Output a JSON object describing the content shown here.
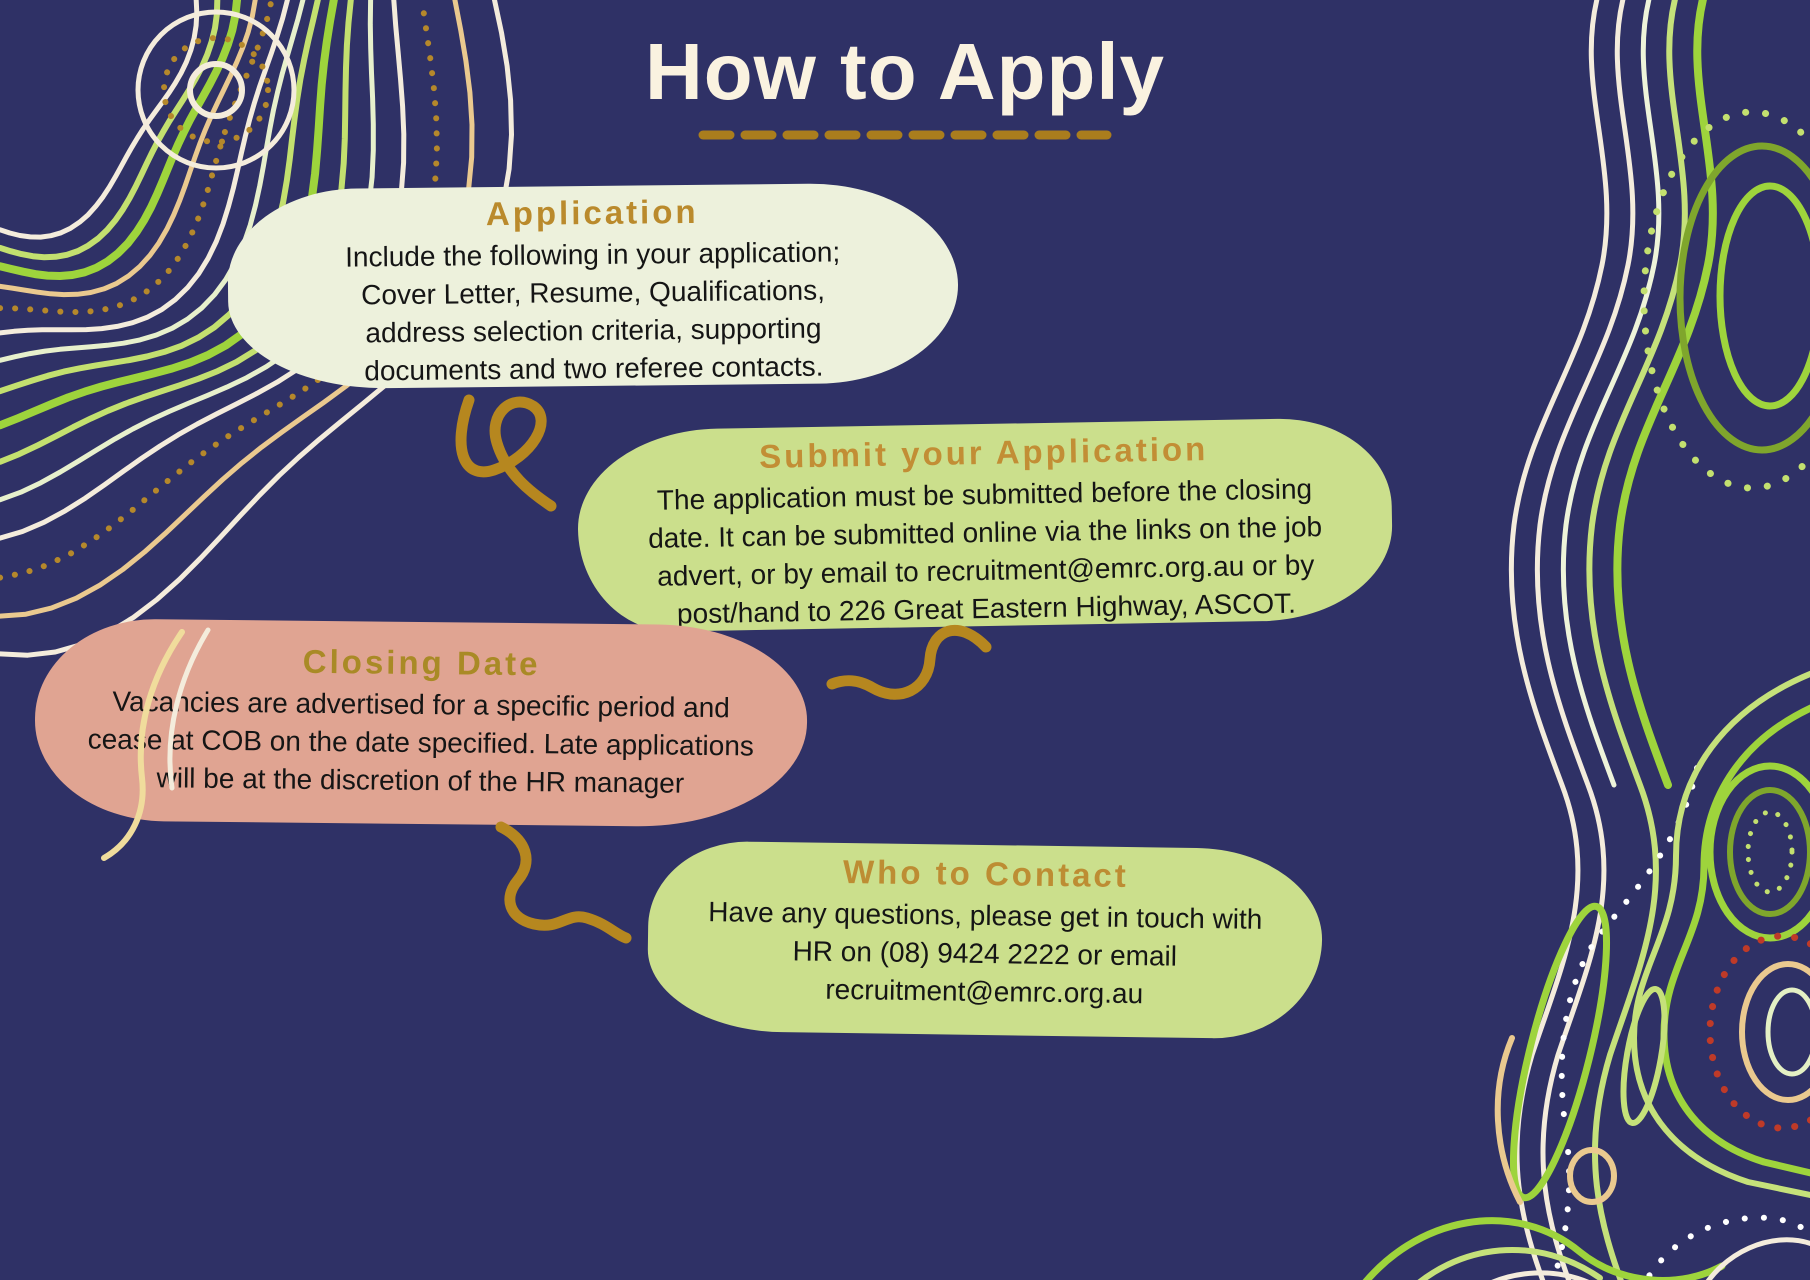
{
  "poster": {
    "title": "How to Apply",
    "cards": [
      {
        "heading": "Application",
        "body": "Include the following in your application;\nCover Letter, Resume, Qualifications,\naddress selection criteria, supporting\ndocuments and two referee contacts."
      },
      {
        "heading": "Submit your Application",
        "body": "The application must be submitted before the closing\ndate. It can be submitted online via the links on the job\nadvert, or by email to recruitment@emrc.org.au or by\npost/hand to 226 Great Eastern Highway, ASCOT."
      },
      {
        "heading": "Closing Date",
        "body": "Vacancies are advertised for a specific period and\ncease at COB on the date specified. Late applications\nwill be at the discretion of the HR manager"
      },
      {
        "heading": "Who to Contact",
        "body": "Have any questions, please get in touch with\nHR on (08) 9424 2222 or email\nrecruitment@emrc.org.au"
      }
    ],
    "contact": {
      "phone": "(08) 9424 2222",
      "email": "recruitment@emrc.org.au",
      "submit_address": "226 Great Eastern Highway, ASCOT"
    },
    "colors": {
      "background": "#2f3166",
      "title": "#faf2e0",
      "gold_accent": "#b6871f",
      "underline_gold": "#aa7d1d",
      "card_application_bg": "#edf1dc",
      "card_green_bg": "#cbdf8c",
      "card_closing_bg": "#e0a492",
      "heading_application": "#ba8a2c",
      "heading_submit": "#c28e35",
      "heading_closing": "#a98a26",
      "heading_contact": "#bd8d33",
      "body_text": "#151515",
      "art_white": "#f4ecdc",
      "art_sand": "#eac98f",
      "art_bright_green": "#9ed43c",
      "art_light_green": "#c3e06f",
      "art_olive": "#7fa62c",
      "art_red_dots": "#bf3a28"
    }
  }
}
